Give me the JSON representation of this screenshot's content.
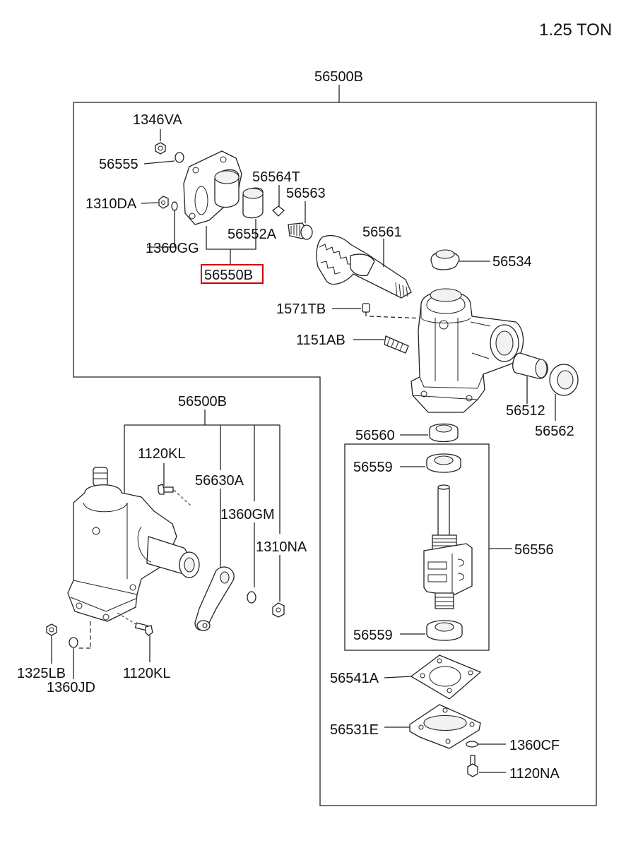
{
  "header": {
    "model": "1.25 TON"
  },
  "labels": {
    "assembly_top": "56500B",
    "p1346VA": "1346VA",
    "p56555": "56555",
    "p1310DA": "1310DA",
    "p1360GG": "1360GG",
    "p56564T": "56564T",
    "p56563": "56563",
    "p56552A": "56552A",
    "p56550B": "56550B",
    "p56561": "56561",
    "p56534": "56534",
    "p1571TB": "1571TB",
    "p1151AB": "1151AB",
    "p56512": "56512",
    "p56562": "56562",
    "p56560": "56560",
    "p56559a": "56559",
    "p56556": "56556",
    "p56559b": "56559",
    "p56541A": "56541A",
    "p56531E": "56531E",
    "p1360CF": "1360CF",
    "p1120NA": "1120NA",
    "assembly_lower": "56500B",
    "p1120KLa": "1120KL",
    "p56630A": "56630A",
    "p1360GM": "1360GM",
    "p1310NA": "1310NA",
    "p1325LB": "1325LB",
    "p1360JD": "1360JD",
    "p1120KLb": "1120KL"
  },
  "highlight": {
    "part": "56550B",
    "color": "#d40000"
  }
}
